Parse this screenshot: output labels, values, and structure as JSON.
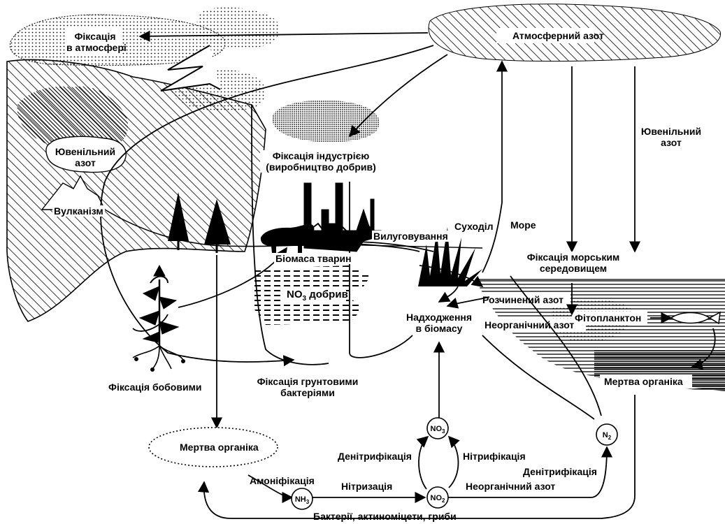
{
  "labels": {
    "fixation_atmosphere_1": "Фіксація",
    "fixation_atmosphere_2": "в атмосфері",
    "atmospheric_nitrogen": "Атмосферний азот",
    "juvenile_nitrogen_land_1": "Ювенільний",
    "juvenile_nitrogen_land_2": "азот",
    "volcanism": "Вулканізм",
    "industrial_fixation_1": "Фіксація індустрією",
    "industrial_fixation_2": "(виробництво добрив)",
    "juvenile_nitrogen_sea_1": "Ювенільний",
    "juvenile_nitrogen_sea_2": "азот",
    "land": "Суходіл",
    "sea": "Море",
    "leaching": "Вилуговування",
    "animal_biomass": "Біомаса тварин",
    "fertilizer_no3_prefix": "NO",
    "fertilizer_no3_sub": "3",
    "fertilizer_no3_suffix": " добрив",
    "marine_fixation_1": "Фіксація морським",
    "marine_fixation_2": "середовищем",
    "dissolved_nitrogen": "Розчинений азот",
    "phytoplankton": "Фітопланктон",
    "inorganic_nitrogen_sea": "Неорганічний азот",
    "biomass_intake_1": "Надходження",
    "biomass_intake_2": "в біомасу",
    "dead_organic_sea": "Мертва органіка",
    "legume_fixation": "Фіксація бобовими",
    "soil_bacteria_fixation_1": "Фіксація грунтовими",
    "soil_bacteria_fixation_2": "бактеріями",
    "dead_organic_land": "Мертва органіка",
    "denitrification_left": "Денітрифікація",
    "nitrification": "Нітрифікація",
    "denitrification_right": "Денітрифікація",
    "ammonification": "Амоніфікація",
    "nitrization": "Нітризація",
    "inorganic_nitrogen_soil": "Неорганічний азот",
    "decomposers": "Бактерії, актиноміцети, гриби"
  },
  "nodes": {
    "nh3": "NH",
    "nh3_sub": "3",
    "no2": "NO",
    "no2_sub": "2",
    "no3": "NO",
    "no3_sub": "3",
    "n2": "N",
    "n2_sub": "2"
  }
}
